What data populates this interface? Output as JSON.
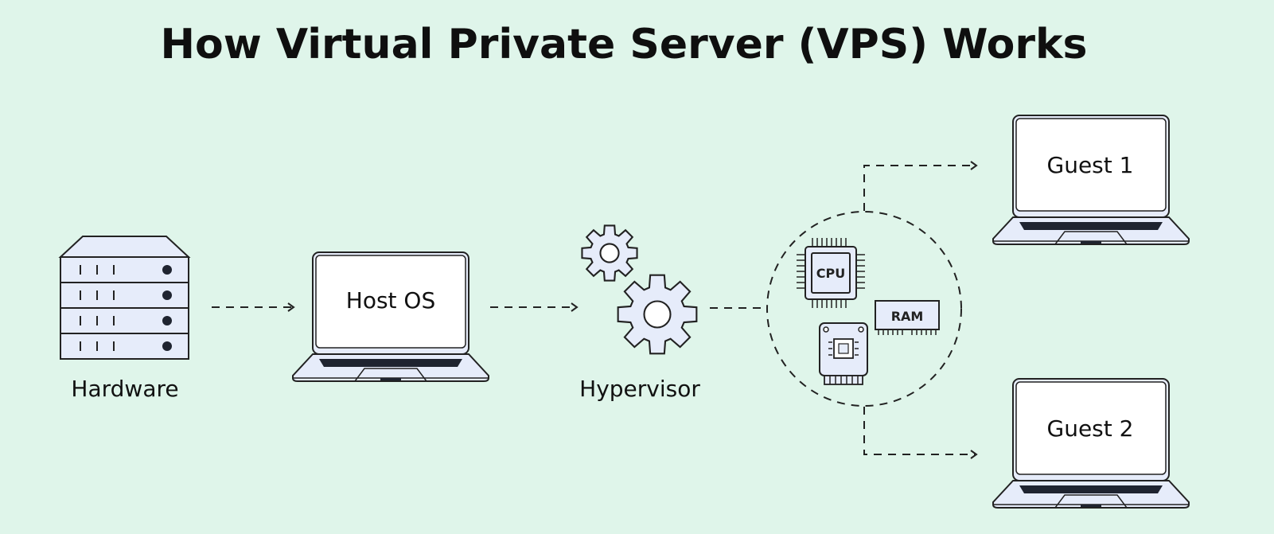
{
  "title": "How Virtual Private Server (VPS) Works",
  "nodes": {
    "hardware": "Hardware",
    "host_os": "Host OS",
    "hypervisor": "Hypervisor",
    "guest1": "Guest 1",
    "guest2": "Guest 2"
  },
  "resources": {
    "cpu": "CPU",
    "ram": "RAM"
  },
  "colors": {
    "background": "#dff5ea",
    "ink": "#222222",
    "device_fill": "#e6ecfa"
  }
}
